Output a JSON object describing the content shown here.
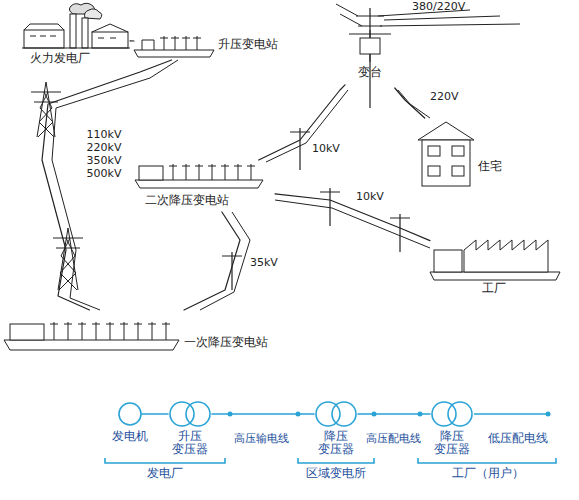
{
  "diagram": {
    "nodes": [
      {
        "text": [
          "火力发电厂"
        ]
      },
      {
        "text": [
          "升压变电站"
        ]
      },
      {
        "text": [
          "一次降压变电站"
        ]
      },
      {
        "text": [
          "二次降压变电站"
        ]
      },
      {
        "text": [
          "变台"
        ]
      },
      {
        "text": [
          "住宅"
        ]
      },
      {
        "text": [
          "工厂"
        ]
      },
      {
        "text": [
          "发电机"
        ]
      },
      {
        "text": [
          "升压 变压器"
        ]
      },
      {
        "text": [
          "降压 变压器"
        ]
      },
      {
        "text": [
          "降压 变压器"
        ]
      }
    ],
    "edges": [
      {
        "from": 0,
        "to": 1,
        "arrow": "none"
      },
      {
        "from": 1,
        "to": 2,
        "label": "110kV 220kV 350kV 500kV",
        "arrow": "none"
      },
      {
        "from": 2,
        "to": 3,
        "label": "35kV",
        "arrow": "none"
      },
      {
        "from": 3,
        "to": 4,
        "label": "10kV",
        "arrow": "none"
      },
      {
        "from": 3,
        "to": 6,
        "label": "10kV",
        "arrow": "none"
      },
      {
        "from": 4,
        "to": 5,
        "label": "220V",
        "arrow": "none"
      },
      {
        "from": 7,
        "to": 8,
        "arrow": "none"
      },
      {
        "from": 8,
        "to": 9,
        "label": "高压输电线",
        "arrow": "none"
      },
      {
        "from": 9,
        "to": 10,
        "label": "高压配电线",
        "arrow": "none"
      }
    ],
    "labels": [
      "380/220V",
      "低压配电线",
      "发电厂",
      "区域变电所",
      "工厂（用户）"
    ]
  }
}
